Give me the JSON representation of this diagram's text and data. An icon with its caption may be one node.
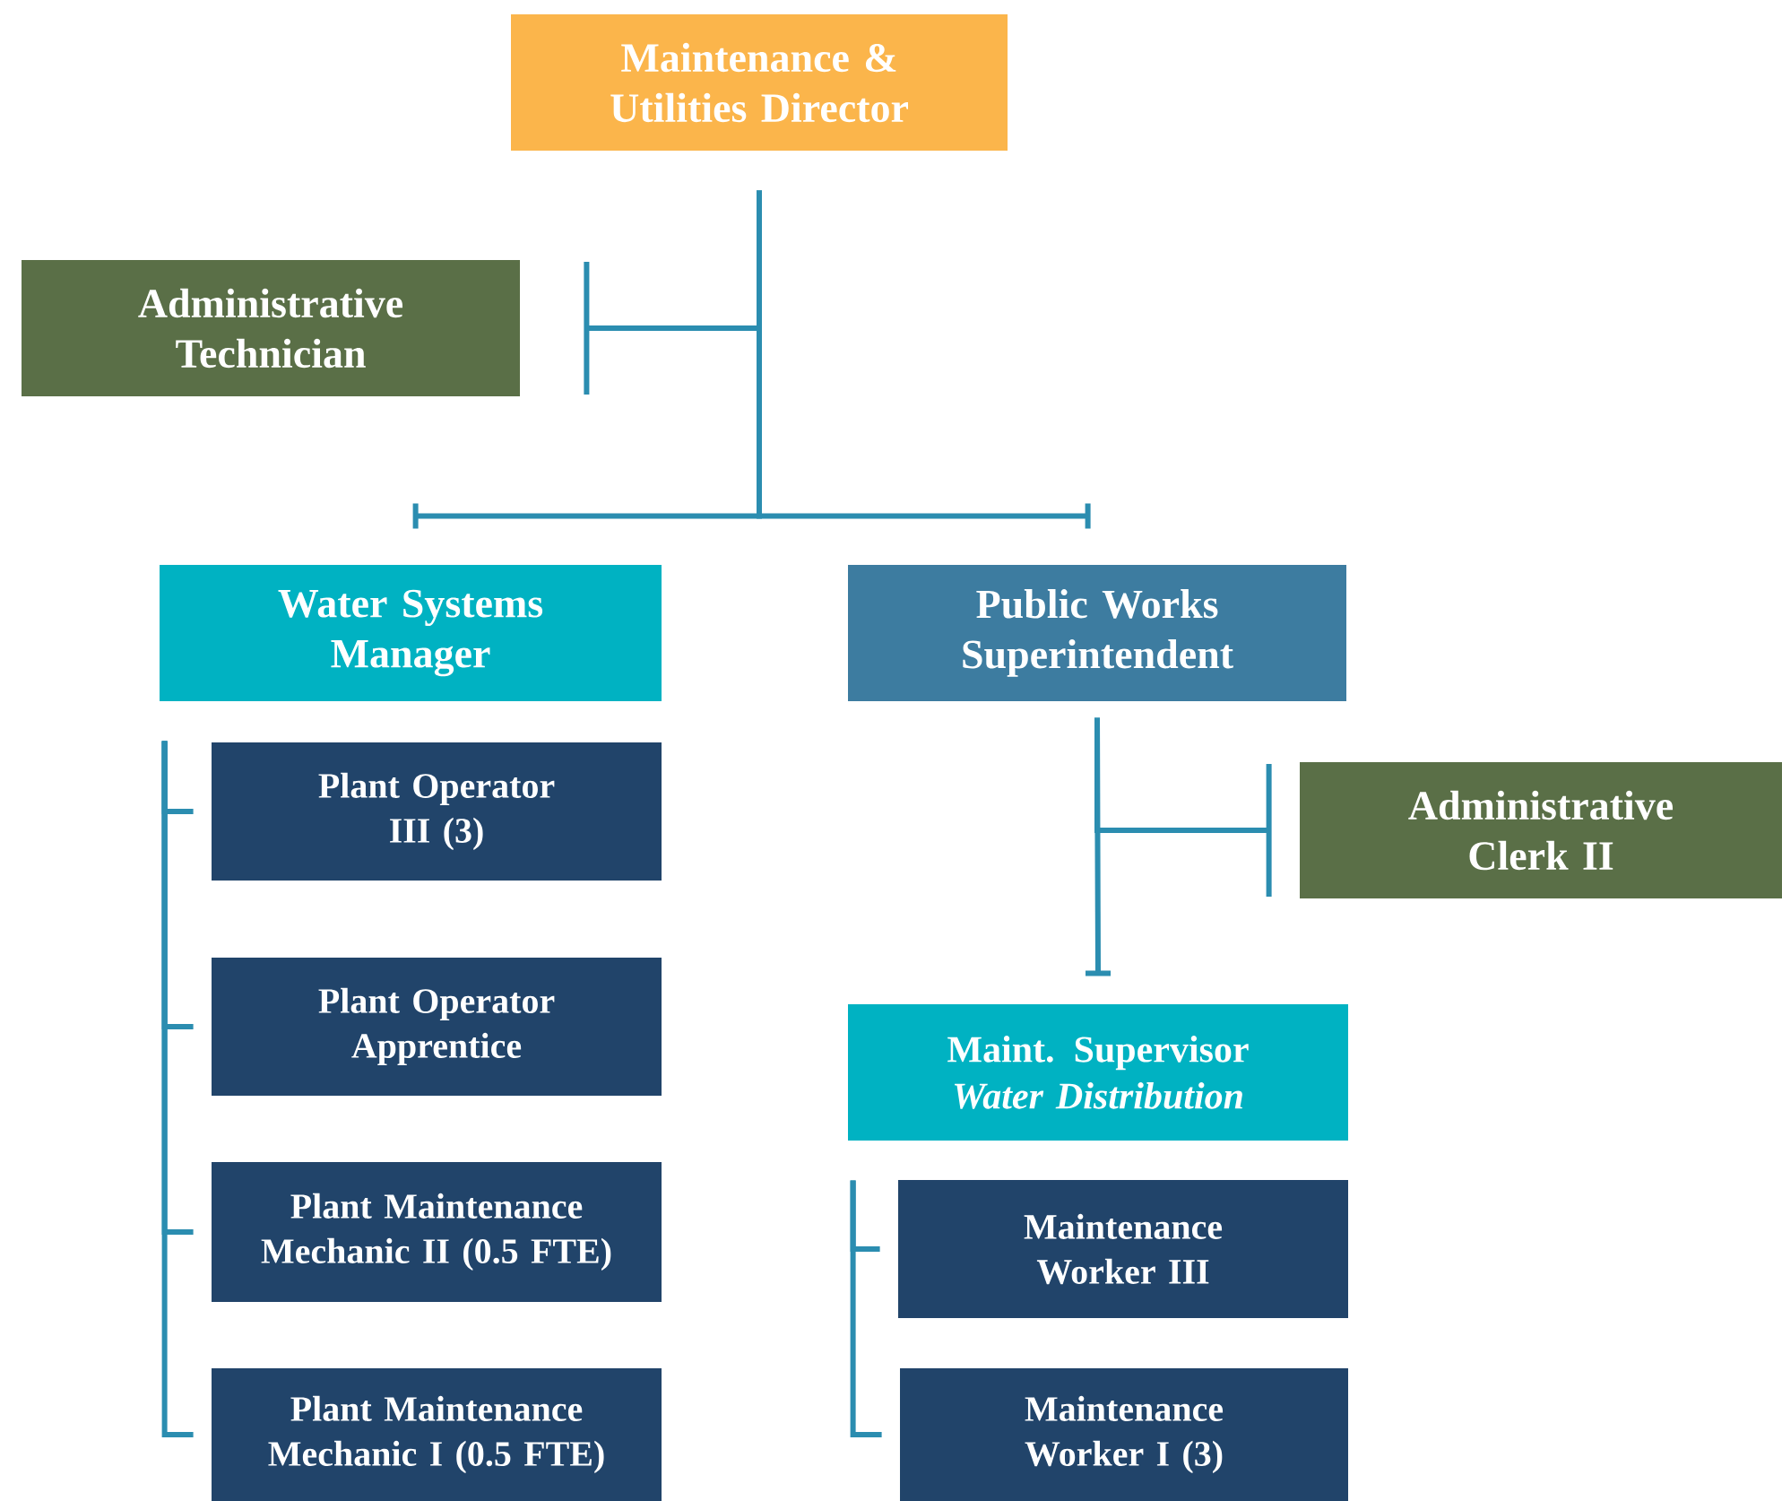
{
  "diagram": {
    "nodes": [
      {
        "text": [
          "Maintenance & Utilities Director"
        ]
      },
      {
        "text": [
          "Administrative Technician"
        ]
      },
      {
        "text": [
          "Water Systems Manager"
        ]
      },
      {
        "text": [
          "Public Works Superintendent"
        ]
      },
      {
        "text": [
          "Plant Operator III (3)"
        ]
      },
      {
        "text": [
          "Administrative Clerk II"
        ]
      },
      {
        "text": [
          "Plant Operator Apprentice"
        ]
      },
      {
        "text": [
          "Maint. Supervisor",
          "Water Distribution"
        ]
      },
      {
        "text": [
          "Plant Maintenance Mechanic II (0.5 FTE)"
        ]
      },
      {
        "text": [
          "Maintenance Worker III"
        ]
      },
      {
        "text": [
          "Plant Maintenance Mechanic I (0.5 FTE)"
        ]
      },
      {
        "text": [
          "Maintenance Worker I (3)"
        ]
      }
    ],
    "edges": [
      {
        "from": 0,
        "to": 1,
        "arrow": "none"
      },
      {
        "from": 0,
        "to": 2,
        "arrow": "none"
      },
      {
        "from": 0,
        "to": 3,
        "arrow": "none"
      },
      {
        "from": 2,
        "to": 4,
        "arrow": "none"
      },
      {
        "from": 2,
        "to": 6,
        "arrow": "none"
      },
      {
        "from": 2,
        "to": 8,
        "arrow": "none"
      },
      {
        "from": 2,
        "to": 10,
        "arrow": "none"
      },
      {
        "from": 3,
        "to": 5,
        "arrow": "none"
      },
      {
        "from": 3,
        "to": 7,
        "arrow": "none"
      },
      {
        "from": 7,
        "to": 9,
        "arrow": "none"
      },
      {
        "from": 7,
        "to": 11,
        "arrow": "none"
      }
    ]
  }
}
